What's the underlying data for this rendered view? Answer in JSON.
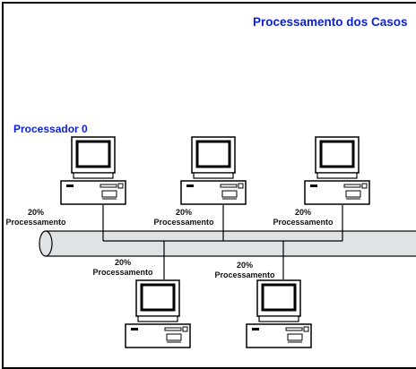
{
  "diagram": {
    "title": "Processamento dos Casos",
    "processor_label": "Processador 0",
    "labels": [
      {
        "pct": "20%",
        "text": "Processamento"
      },
      {
        "pct": "20%",
        "text": "Processamento"
      },
      {
        "pct": "20%",
        "text": "Processamento"
      },
      {
        "pct": "20%",
        "text": "Processamento"
      },
      {
        "pct": "20%",
        "text": "Processamento"
      }
    ],
    "computers": [
      "computer-icon",
      "computer-icon",
      "computer-icon",
      "computer-icon",
      "computer-icon"
    ],
    "colors": {
      "title": "#0b1fd6",
      "bus": "#dfe3e5",
      "outline": "#000000"
    }
  }
}
